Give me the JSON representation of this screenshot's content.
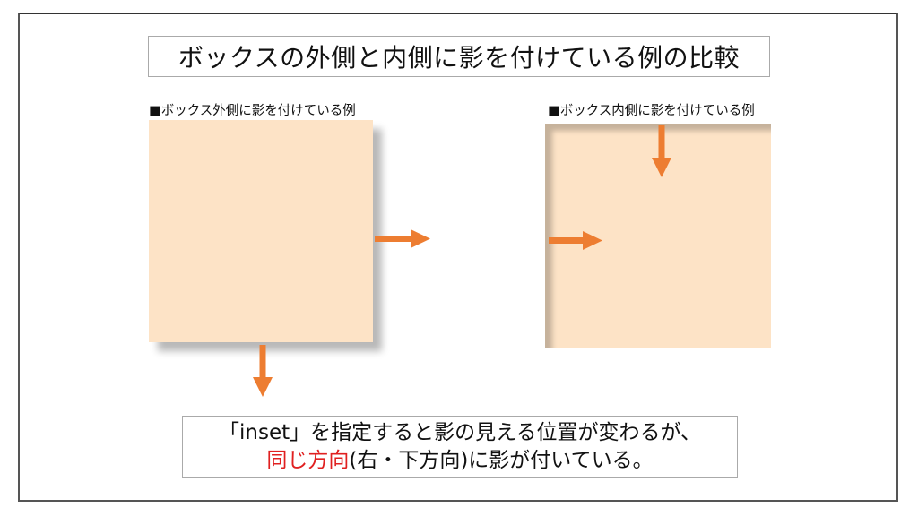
{
  "title": "ボックスの外側と内側に影を付けている例の比較",
  "panels": {
    "outer": {
      "label": "■ボックス外側に影を付けている例",
      "shadow_type": "outer",
      "box_color": "#fde3c6"
    },
    "inset": {
      "label": "■ボックス内側に影を付けている例",
      "shadow_type": "inset",
      "box_color": "#fde3c6"
    }
  },
  "arrows": {
    "color": "#ed7d31",
    "outer_right": "arrow-right",
    "outer_down": "arrow-down",
    "inset_right": "arrow-right",
    "inset_down": "arrow-down"
  },
  "note": {
    "line1": "「inset」を指定すると影の見える位置が変わるが、",
    "line2_highlight": "同じ方向",
    "line2_rest": "(右・下方向)に影が付いている。",
    "highlight_color": "#e02020"
  }
}
